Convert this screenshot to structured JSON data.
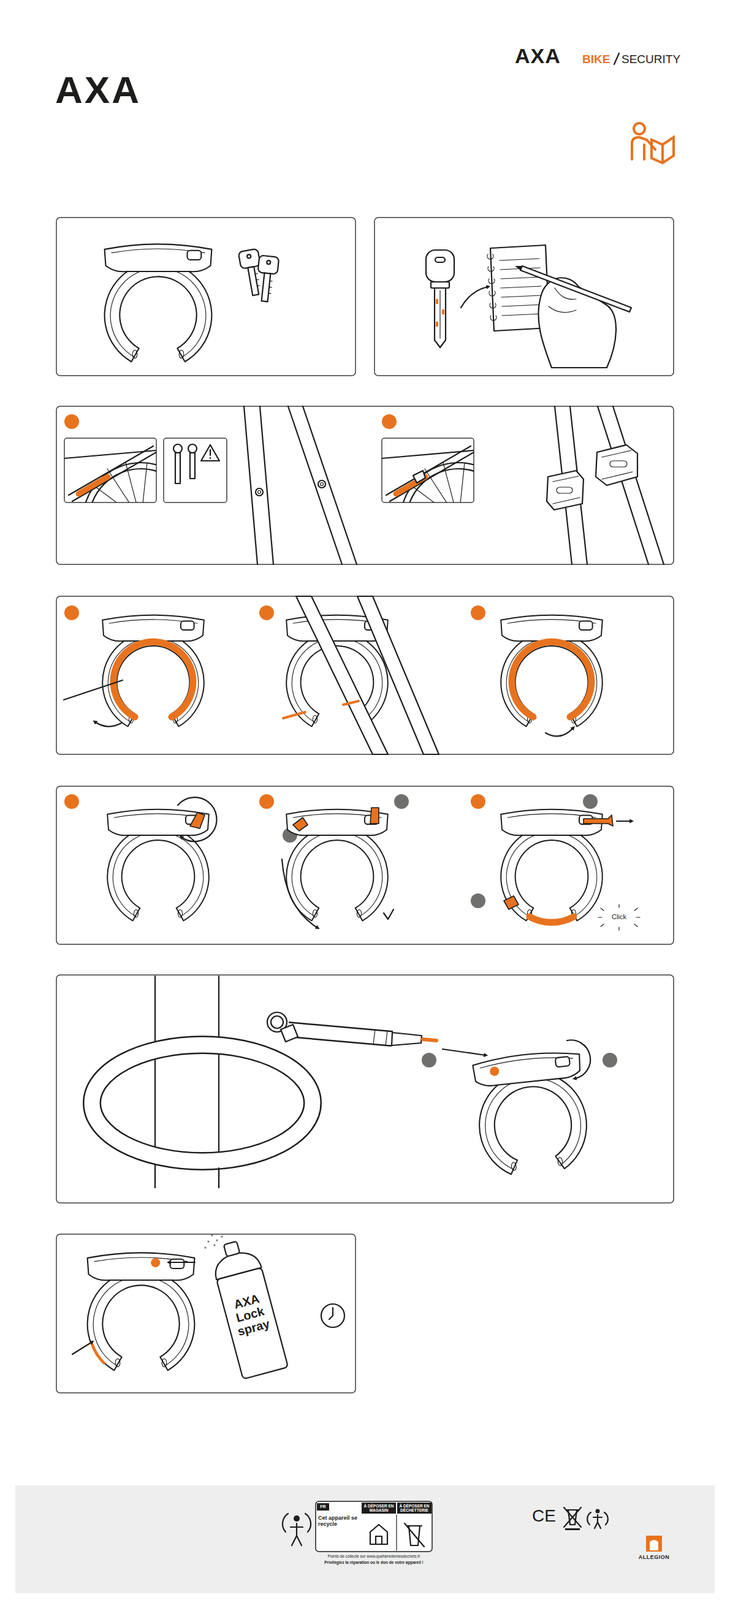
{
  "diagram": {
    "labels": [
      "AXA",
      "AXA",
      "BIKE",
      "SECURITY",
      "Click",
      "AXA Lock spray",
      "FR",
      "Cet appareil se recycle",
      "À DÉPOSER EN MAGASIN",
      "À DÉPOSER EN DÉCHETTERIE",
      "Points de collecte sur www.quefairedemesdechets.fr",
      "Privilégiez la réparation ou le don de votre appareil !",
      "CE",
      "ALLEGION"
    ]
  }
}
